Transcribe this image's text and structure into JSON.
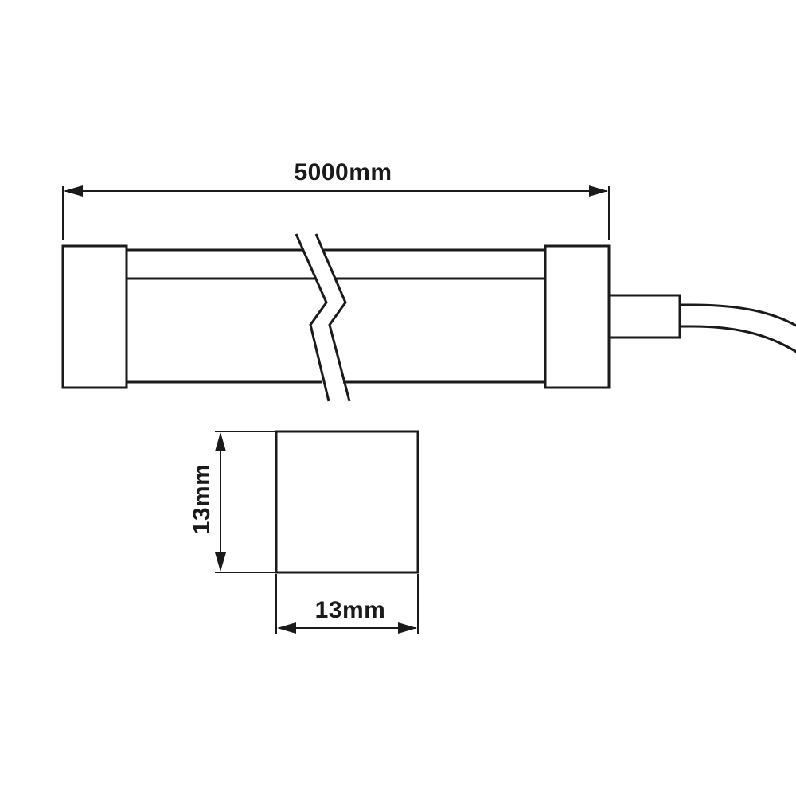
{
  "dimensions": {
    "length_label": "5000mm",
    "height_label": "13mm",
    "width_label": "13mm"
  },
  "colors": {
    "line": "#1a1a1a",
    "background": "#ffffff"
  }
}
